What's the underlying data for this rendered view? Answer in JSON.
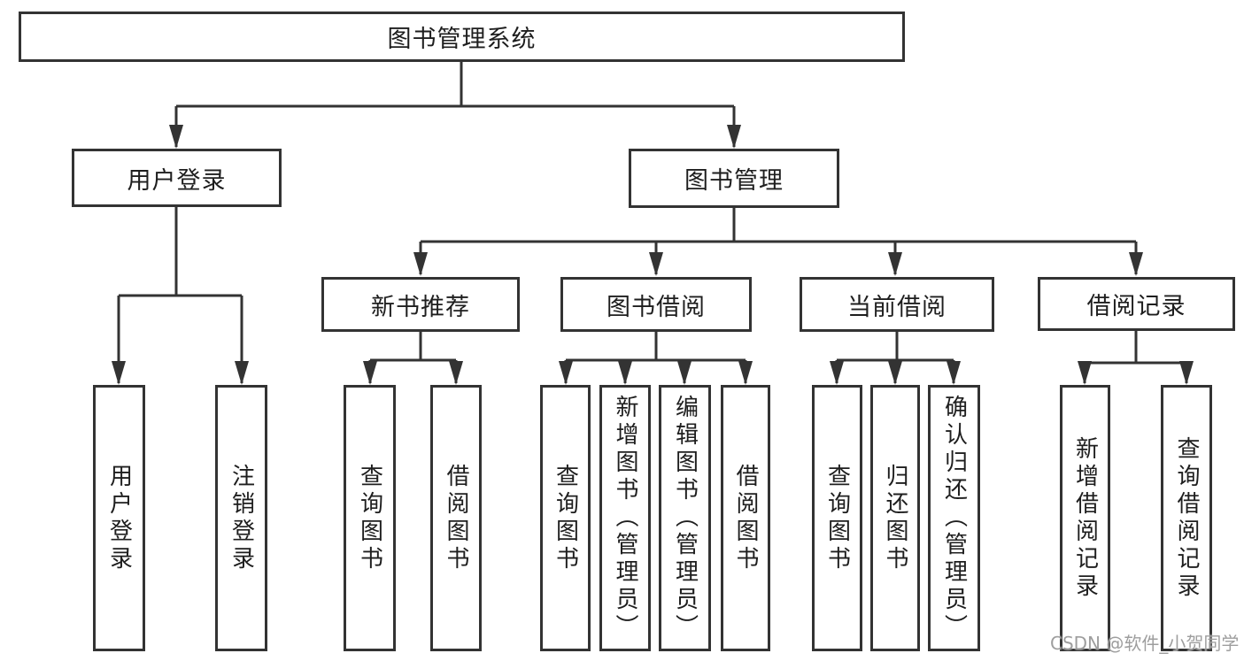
{
  "diagram_title": "图书管理系统",
  "colors": {
    "line": "#333333",
    "box_border": "#333333",
    "box_background": "#ffffff",
    "text": "#1e1e1e",
    "watermark": "#999999"
  },
  "hierarchy": {
    "label": "图书管理系统",
    "children": [
      {
        "label": "用户登录",
        "children": [
          {
            "label": "用户登录"
          },
          {
            "label": "注销登录"
          }
        ]
      },
      {
        "label": "图书管理",
        "children": [
          {
            "label": "新书推荐",
            "children": [
              {
                "label": "查询图书"
              },
              {
                "label": "借阅图书"
              }
            ]
          },
          {
            "label": "图书借阅",
            "children": [
              {
                "label": "查询图书"
              },
              {
                "label": "新增图书（管理员）"
              },
              {
                "label": "编辑图书（管理员）"
              },
              {
                "label": "借阅图书"
              }
            ]
          },
          {
            "label": "当前借阅",
            "children": [
              {
                "label": "查询图书"
              },
              {
                "label": "归还图书"
              },
              {
                "label": "确认归还（管理员）"
              }
            ]
          },
          {
            "label": "借阅记录",
            "children": [
              {
                "label": "新增借阅记录"
              },
              {
                "label": "查询借阅记录"
              }
            ]
          }
        ]
      }
    ]
  },
  "watermark": {
    "text": "CSDN @软件_小贺同学"
  }
}
